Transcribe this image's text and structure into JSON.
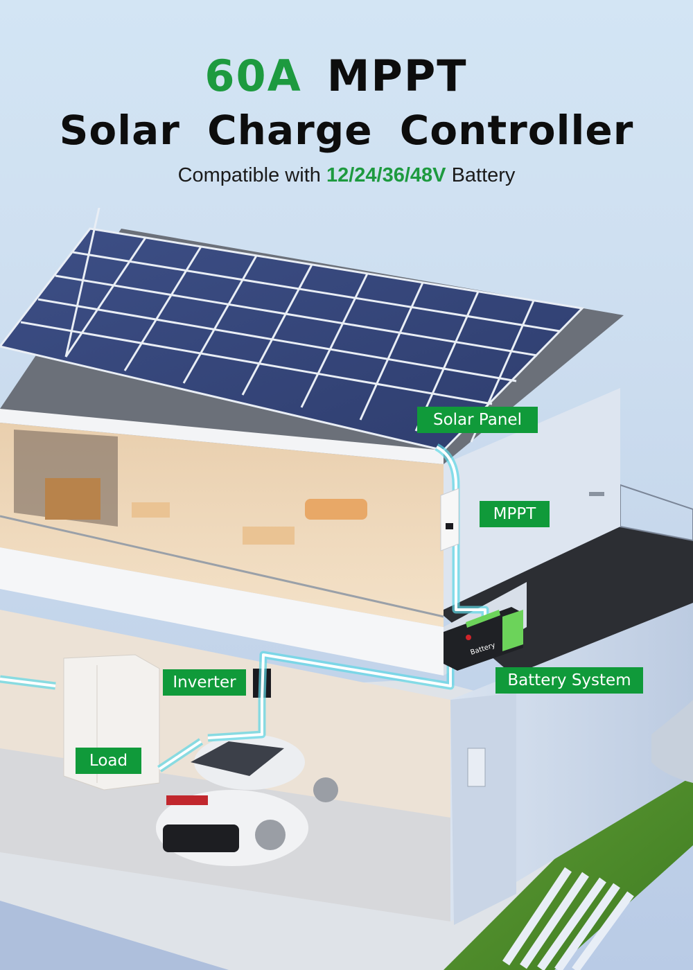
{
  "headline": {
    "rating": "60A",
    "type": "MPPT",
    "product": "Solar Charge Controller",
    "subtitle_prefix": "Compatible with",
    "voltages": "12/24/36/48V",
    "subtitle_suffix": "Battery"
  },
  "labels": {
    "solar_panel": "Solar Panel",
    "mppt": "MPPT",
    "battery_system": "Battery System",
    "inverter": "Inverter",
    "load": "Load"
  },
  "colors": {
    "accent_green": "#1d9a3f",
    "tag_green": "#109a3a",
    "wire_cyan": "#5fd8e6",
    "background": "#d3e5f4"
  }
}
